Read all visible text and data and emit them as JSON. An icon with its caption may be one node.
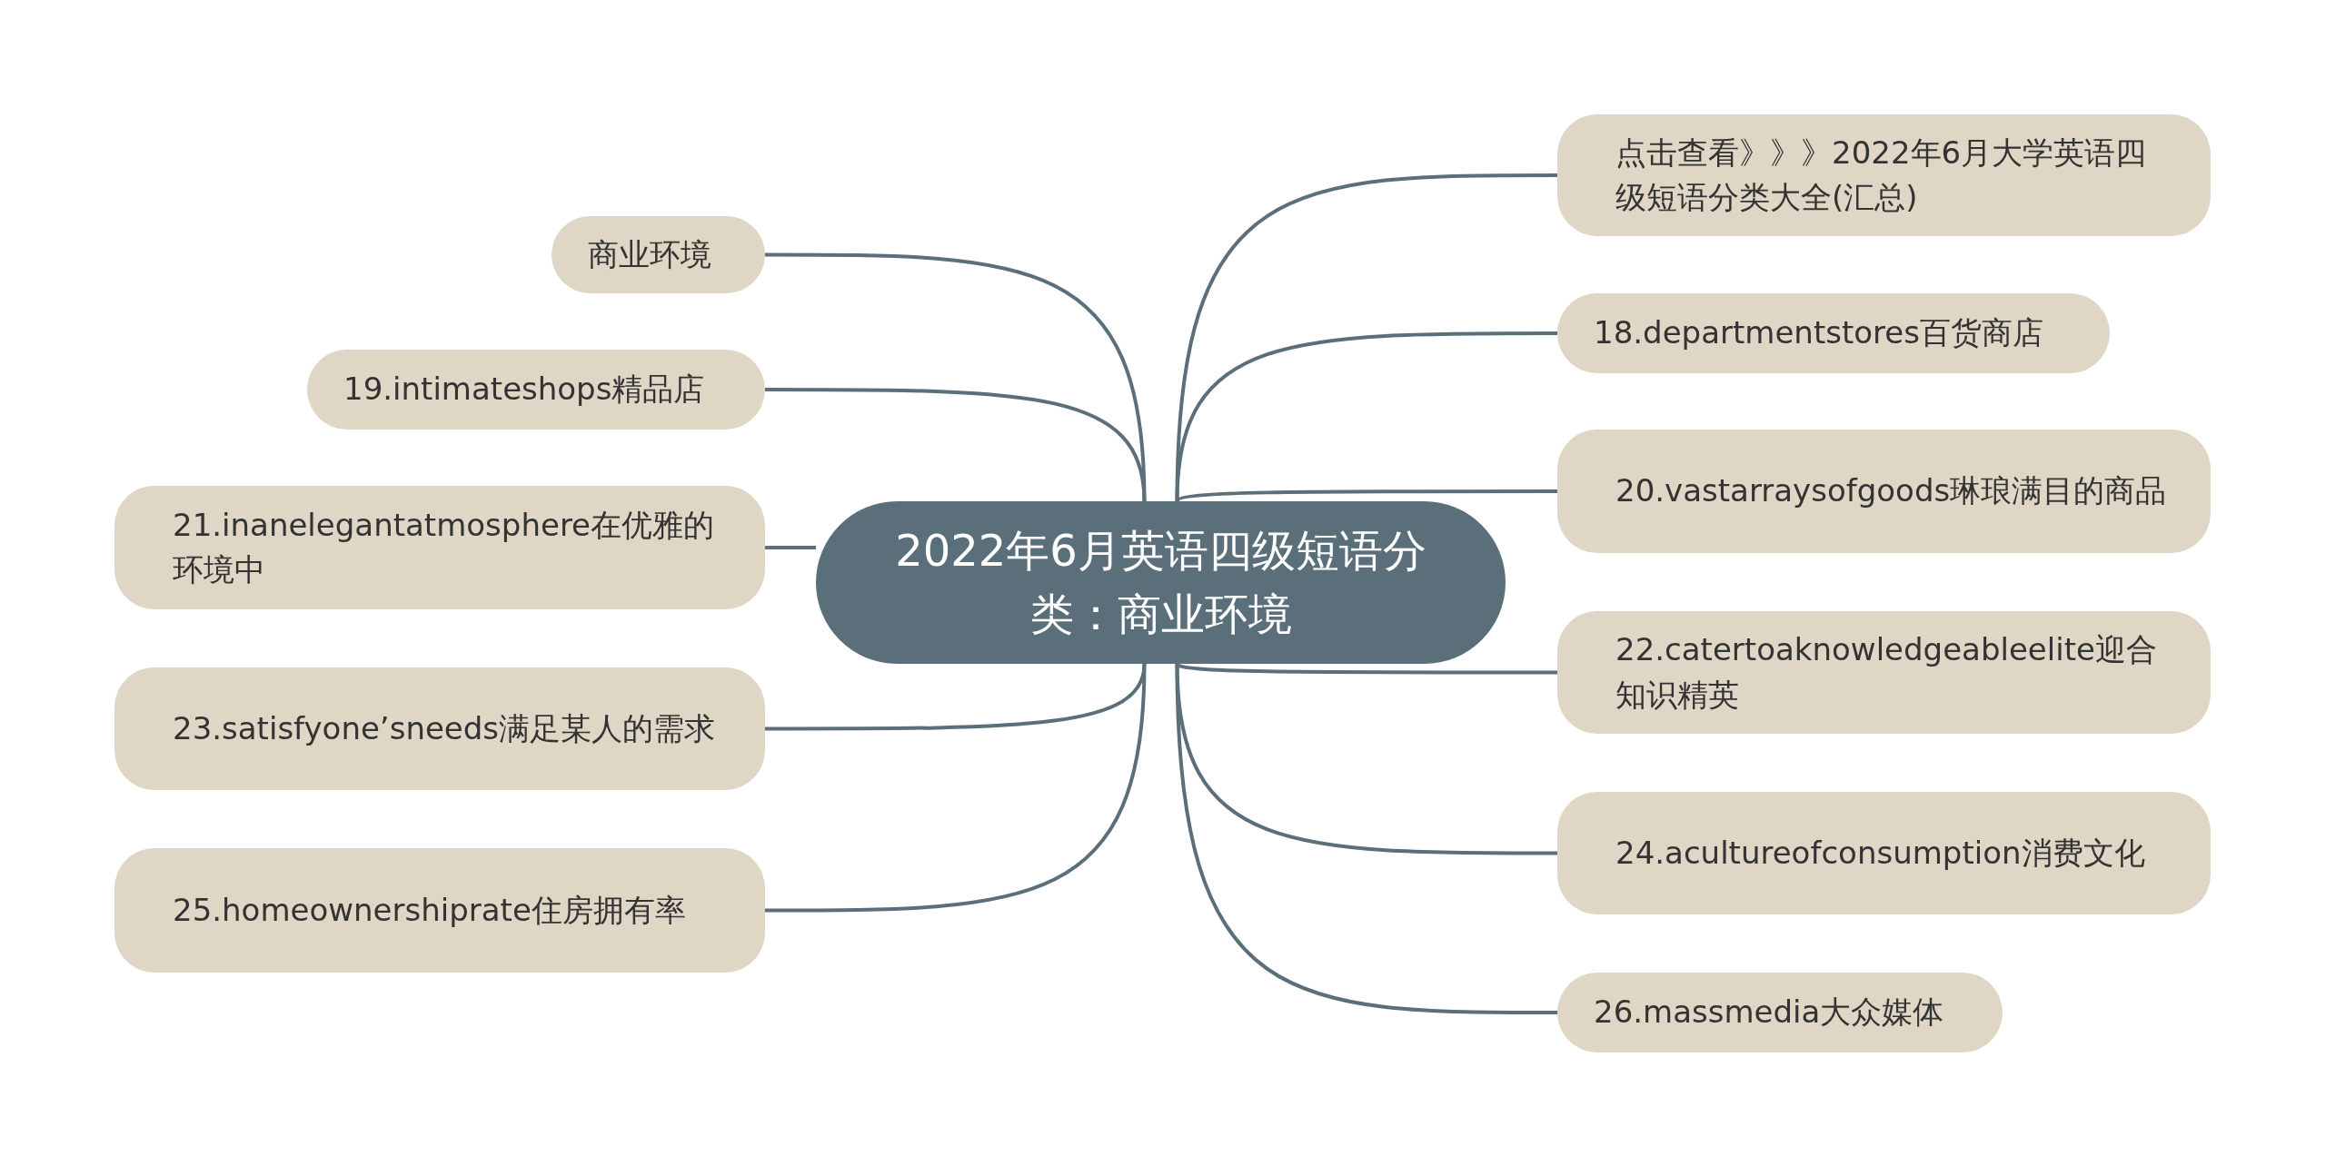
{
  "diagram": {
    "nodes": [
      {
        "text": [
          "2022年6月英语四级短语分类：商业环境"
        ]
      },
      {
        "text": [
          "点击查看》》》2022年6月大学英语四级短语分类大全(汇总)"
        ]
      },
      {
        "text": [
          "18.departmentstores百货商店"
        ]
      },
      {
        "text": [
          "20.vastarraysofgoods琳琅满目的商品"
        ]
      },
      {
        "text": [
          "22.catertoaknowledgeableelite迎合知识精英"
        ]
      },
      {
        "text": [
          "24.acultureofconsumption消费文化"
        ]
      },
      {
        "text": [
          "26.massmedia大众媒体"
        ]
      },
      {
        "text": [
          "商业环境"
        ]
      },
      {
        "text": [
          "19.intimateshops精品店"
        ]
      },
      {
        "text": [
          "21.inanelegantatmosphere在优雅的环境中"
        ]
      },
      {
        "text": [
          "23.satisfyone’sneeds满足某人的需求"
        ]
      },
      {
        "text": [
          "25.homeownershiprate住房拥有率"
        ]
      }
    ],
    "edges": [
      {
        "from": 0,
        "to": 1,
        "arrow": "none"
      },
      {
        "from": 0,
        "to": 2,
        "arrow": "none"
      },
      {
        "from": 0,
        "to": 3,
        "arrow": "none"
      },
      {
        "from": 0,
        "to": 4,
        "arrow": "none"
      },
      {
        "from": 0,
        "to": 5,
        "arrow": "none"
      },
      {
        "from": 0,
        "to": 6,
        "arrow": "none"
      },
      {
        "from": 0,
        "to": 7,
        "arrow": "none"
      },
      {
        "from": 0,
        "to": 8,
        "arrow": "none"
      },
      {
        "from": 0,
        "to": 9,
        "arrow": "none"
      },
      {
        "from": 0,
        "to": 10,
        "arrow": "none"
      },
      {
        "from": 0,
        "to": 11,
        "arrow": "none"
      }
    ]
  }
}
